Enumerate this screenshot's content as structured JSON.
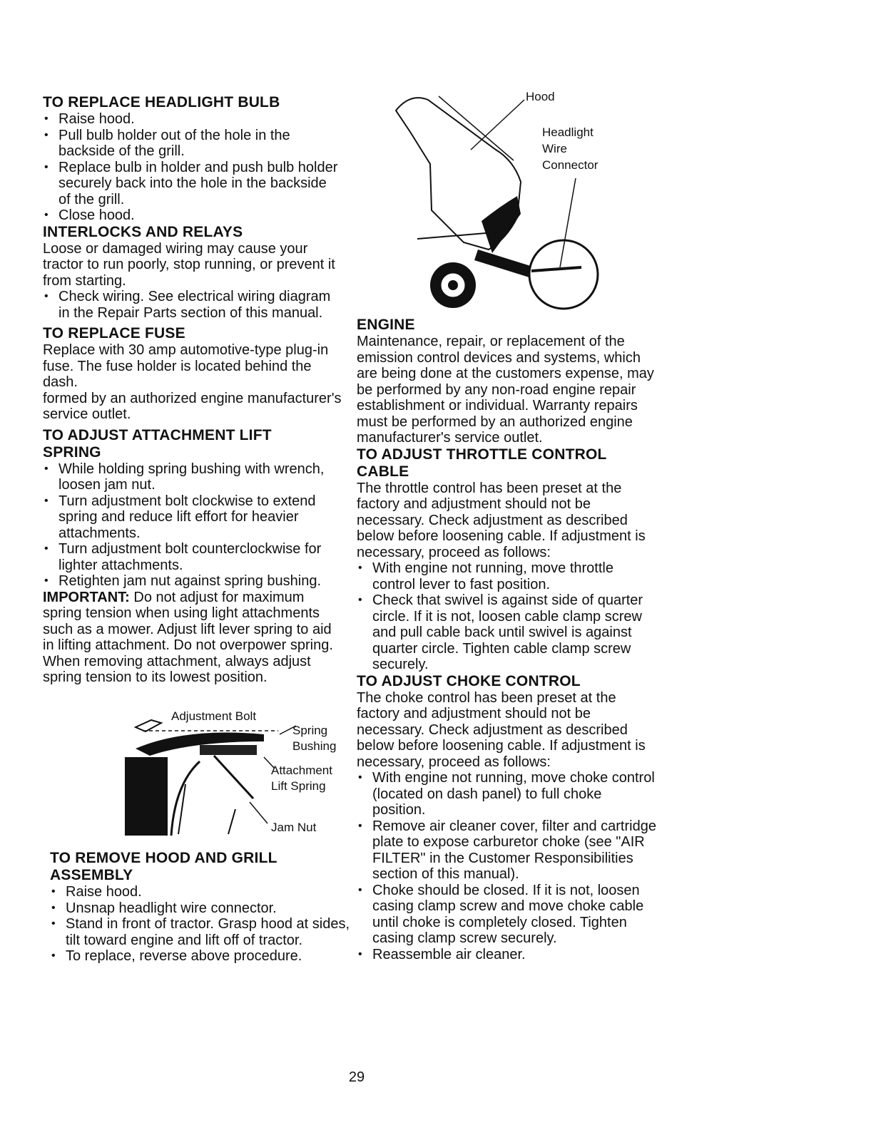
{
  "left": {
    "headlight": {
      "title": "TO REPLACE HEADLIGHT BULB",
      "items": [
        "Raise hood.",
        "Pull bulb holder out of the hole in the backside of the grill.",
        "Replace bulb in holder and push bulb holder securely back into the hole in the backside of the grill.",
        "Close hood."
      ]
    },
    "interlocks": {
      "title": "INTERLOCKS AND RELAYS",
      "text": "Loose or damaged wiring may cause your tractor to run poorly, stop running, or prevent it from starting.",
      "items": [
        "Check wiring. See electrical wiring diagram in the Repair Parts section of this manual."
      ]
    },
    "fuse": {
      "title": "TO REPLACE FUSE",
      "text": "Replace with 30 amp automotive-type plug-in fuse. The fuse holder is located behind the dash.",
      "extra": "formed by an authorized engine manufacturer's service outlet."
    },
    "lift_spring": {
      "title_line1": "TO ADJUST ATTACHMENT LIFT",
      "title_line2": "SPRING",
      "items": [
        "While holding spring bushing with wrench, loosen jam nut.",
        "Turn adjustment bolt clockwise to extend spring and reduce lift effort for heavier attachments.",
        "Turn adjustment bolt counterclockwise for lighter attachments.",
        "Retighten jam nut against spring bushing."
      ],
      "important_label": "IMPORTANT:",
      "important_text": "Do not adjust for maximum spring tension when using light attachments such as a mower. Adjust lift lever spring to aid in lifting attachment. Do not overpower spring. When removing attachment, always adjust spring tension to its lowest position."
    },
    "hood_grill": {
      "title_line1": "TO REMOVE HOOD AND GRILL",
      "title_line2": "ASSEMBLY",
      "items": [
        "Raise hood.",
        "Unsnap headlight wire connector.",
        "Stand in front of tractor. Grasp hood at sides, tilt toward engine and lift off of tractor.",
        "To replace, reverse above procedure."
      ]
    }
  },
  "right": {
    "engine": {
      "title": "ENGINE",
      "text": "Maintenance, repair, or replacement of the emission control devices and systems, which are being done at the customers expense, may be performed by any non-road engine repair establishment or individual. Warranty repairs must be performed by an authorized engine manufacturer's service outlet."
    },
    "throttle": {
      "title_line1": "TO ADJUST THROTTLE CONTROL",
      "title_line2": "CABLE",
      "text": "The throttle control has been preset at the factory and adjustment should not be necessary. Check adjustment as described below before loosening cable. If adjustment is necessary, proceed as follows:",
      "items": [
        "With engine not running, move throttle control lever to fast position.",
        "Check that swivel is against side of quarter circle. If it is not, loosen cable clamp screw and pull cable back until swivel is against quarter circle. Tighten cable clamp screw securely."
      ]
    },
    "choke": {
      "title": "TO ADJUST CHOKE CONTROL",
      "text": "The choke control has been preset at the factory and adjustment should not be necessary. Check adjustment as described below before loosening cable. If adjustment is necessary, proceed as follows:",
      "items": [
        "With engine not running, move choke control (located on dash panel) to full choke position.",
        "Remove air cleaner cover, filter and cartridge plate to expose carburetor choke (see \"AIR FILTER\" in the Customer Responsibilities section of this manual).",
        "Choke should be closed. If it is not, loosen casing clamp screw and move choke cable until choke is completely closed. Tighten casing clamp screw securely.",
        "Reassemble air cleaner."
      ]
    }
  },
  "figures": {
    "hood": {
      "label_hood": "Hood",
      "label_headlight_1": "Headlight",
      "label_headlight_2": "Wire",
      "label_headlight_3": "Connector"
    },
    "spring": {
      "label_bolt": "Adjustment Bolt",
      "label_spring_1": "Spring",
      "label_spring_2": "Bushing",
      "label_lift_1": "Attachment",
      "label_lift_2": "Lift Spring",
      "label_jam": "Jam Nut"
    }
  },
  "page_number": "29"
}
